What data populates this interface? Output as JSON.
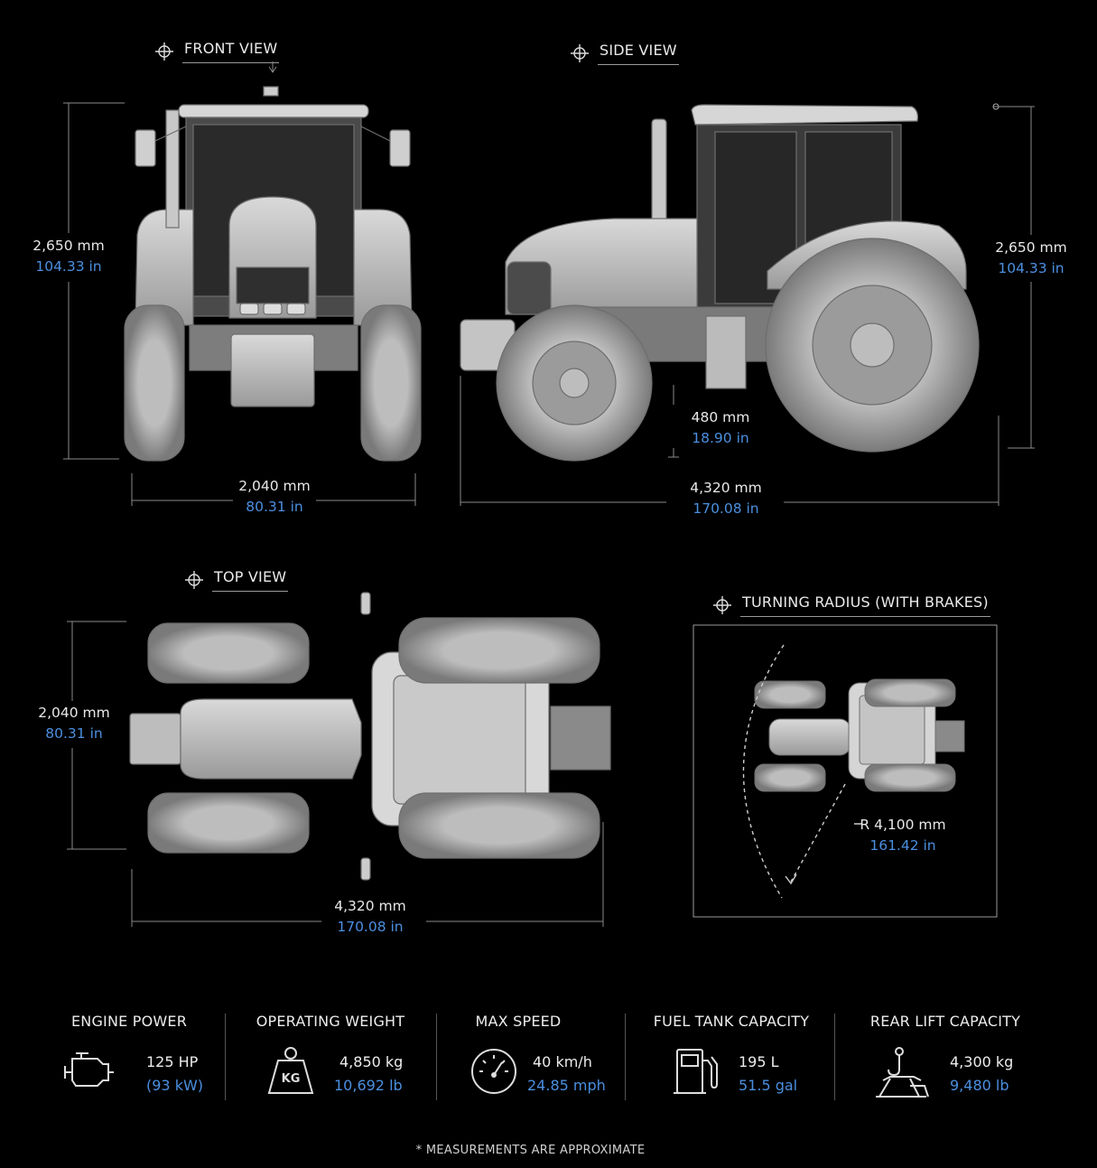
{
  "views": {
    "front": {
      "title": "FRONT VIEW"
    },
    "side": {
      "title": "SIDE VIEW"
    },
    "top": {
      "title": "TOP VIEW"
    },
    "turning": {
      "title": "TURNING RADIUS (WITH BRAKES)"
    }
  },
  "dimensions": {
    "front_height": {
      "mm": "2,650 mm",
      "in": "104.33 in"
    },
    "front_width": {
      "mm": "2,040 mm",
      "in": "80.31 in"
    },
    "side_height": {
      "mm": "2,650 mm",
      "in": "104.33 in"
    },
    "side_clearance": {
      "mm": "480 mm",
      "in": "18.90 in"
    },
    "side_length": {
      "mm": "4,320 mm",
      "in": "170.08 in"
    },
    "top_width": {
      "mm": "2,040 mm",
      "in": "80.31 in"
    },
    "top_length": {
      "mm": "4,320 mm",
      "in": "170.08 in"
    },
    "turning_radius": {
      "mm": "R 4,100 mm",
      "in": "161.42 in"
    }
  },
  "specs": [
    {
      "label": "ENGINE POWER",
      "value": "125 HP",
      "sub": "(93 kW)",
      "icon": "engine-icon"
    },
    {
      "label": "OPERATING WEIGHT",
      "value": "4,850 kg",
      "sub": "10,692 lb",
      "icon": "weight-icon",
      "icon_text": "KG"
    },
    {
      "label": "MAX SPEED",
      "value": "40 km/h",
      "sub": "24.85 mph",
      "icon": "speedometer-icon"
    },
    {
      "label": "FUEL TANK CAPACITY",
      "value": "195 L",
      "sub": "51.5 gal",
      "icon": "fuel-pump-icon"
    },
    {
      "label": "REAR LIFT CAPACITY",
      "value": "4,300 kg",
      "sub": "9,480 lb",
      "icon": "hook-lift-icon"
    }
  ],
  "footnote": "* MEASUREMENTS ARE APPROXIMATE",
  "colors": {
    "background": "#000000",
    "accent": "#4b8fe0",
    "text": "#e8e8e8"
  }
}
